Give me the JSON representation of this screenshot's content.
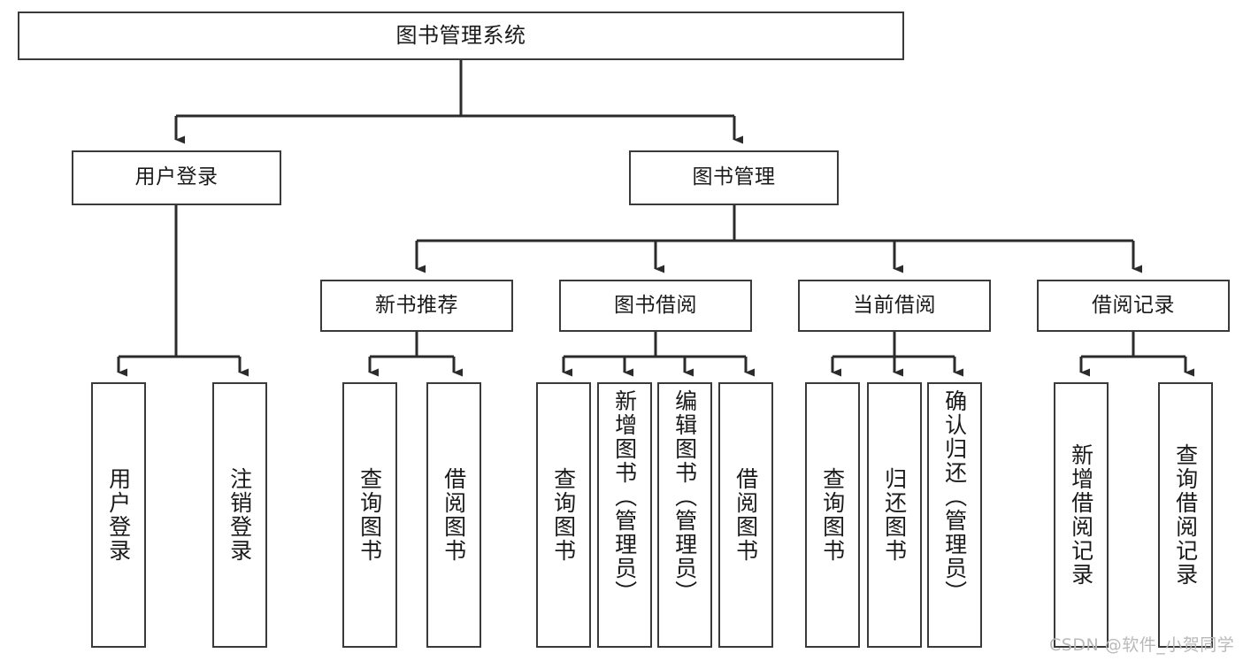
{
  "diagram": {
    "title": "图书管理系统",
    "type": "tree-structure-chart",
    "colors": {
      "box_border": "#3a3a3a",
      "box_fill": "#ffffff",
      "edge": "#2b2b2b",
      "text": "#1a1a1a",
      "watermark": "#b9b9b9",
      "background": "#ffffff"
    },
    "root": {
      "id": "root",
      "label": "图书管理系统"
    },
    "level2": [
      {
        "id": "user-login",
        "label": "用户登录"
      },
      {
        "id": "book-management",
        "label": "图书管理"
      }
    ],
    "level3": [
      {
        "id": "new-book-recommend",
        "label": "新书推荐",
        "parent": "book-management"
      },
      {
        "id": "book-borrow",
        "label": "图书借阅",
        "parent": "book-management"
      },
      {
        "id": "current-borrow",
        "label": "当前借阅",
        "parent": "book-management"
      },
      {
        "id": "borrow-record",
        "label": "借阅记录",
        "parent": "book-management"
      }
    ],
    "leaves": [
      {
        "id": "leaf-user-login",
        "label": "用户登录",
        "parent": "user-login"
      },
      {
        "id": "leaf-logout",
        "label": "注销登录",
        "parent": "user-login"
      },
      {
        "id": "leaf-query-book-1",
        "label": "查询图书",
        "parent": "new-book-recommend"
      },
      {
        "id": "leaf-borrow-book-1",
        "label": "借阅图书",
        "parent": "new-book-recommend"
      },
      {
        "id": "leaf-query-book-2",
        "label": "查询图书",
        "parent": "book-borrow"
      },
      {
        "id": "leaf-add-book",
        "label": "新增图书（管理员）",
        "parent": "book-borrow"
      },
      {
        "id": "leaf-edit-book",
        "label": "编辑图书（管理员）",
        "parent": "book-borrow"
      },
      {
        "id": "leaf-borrow-book-2",
        "label": "借阅图书",
        "parent": "book-borrow"
      },
      {
        "id": "leaf-query-book-3",
        "label": "查询图书",
        "parent": "current-borrow"
      },
      {
        "id": "leaf-return-book",
        "label": "归还图书",
        "parent": "current-borrow"
      },
      {
        "id": "leaf-confirm-return",
        "label": "确认归还（管理员）",
        "parent": "current-borrow"
      },
      {
        "id": "leaf-add-record",
        "label": "新增借阅记录",
        "parent": "borrow-record"
      },
      {
        "id": "leaf-query-record",
        "label": "查询借阅记录",
        "parent": "borrow-record"
      }
    ],
    "watermark": "CSDN @软件_小贺同学"
  }
}
